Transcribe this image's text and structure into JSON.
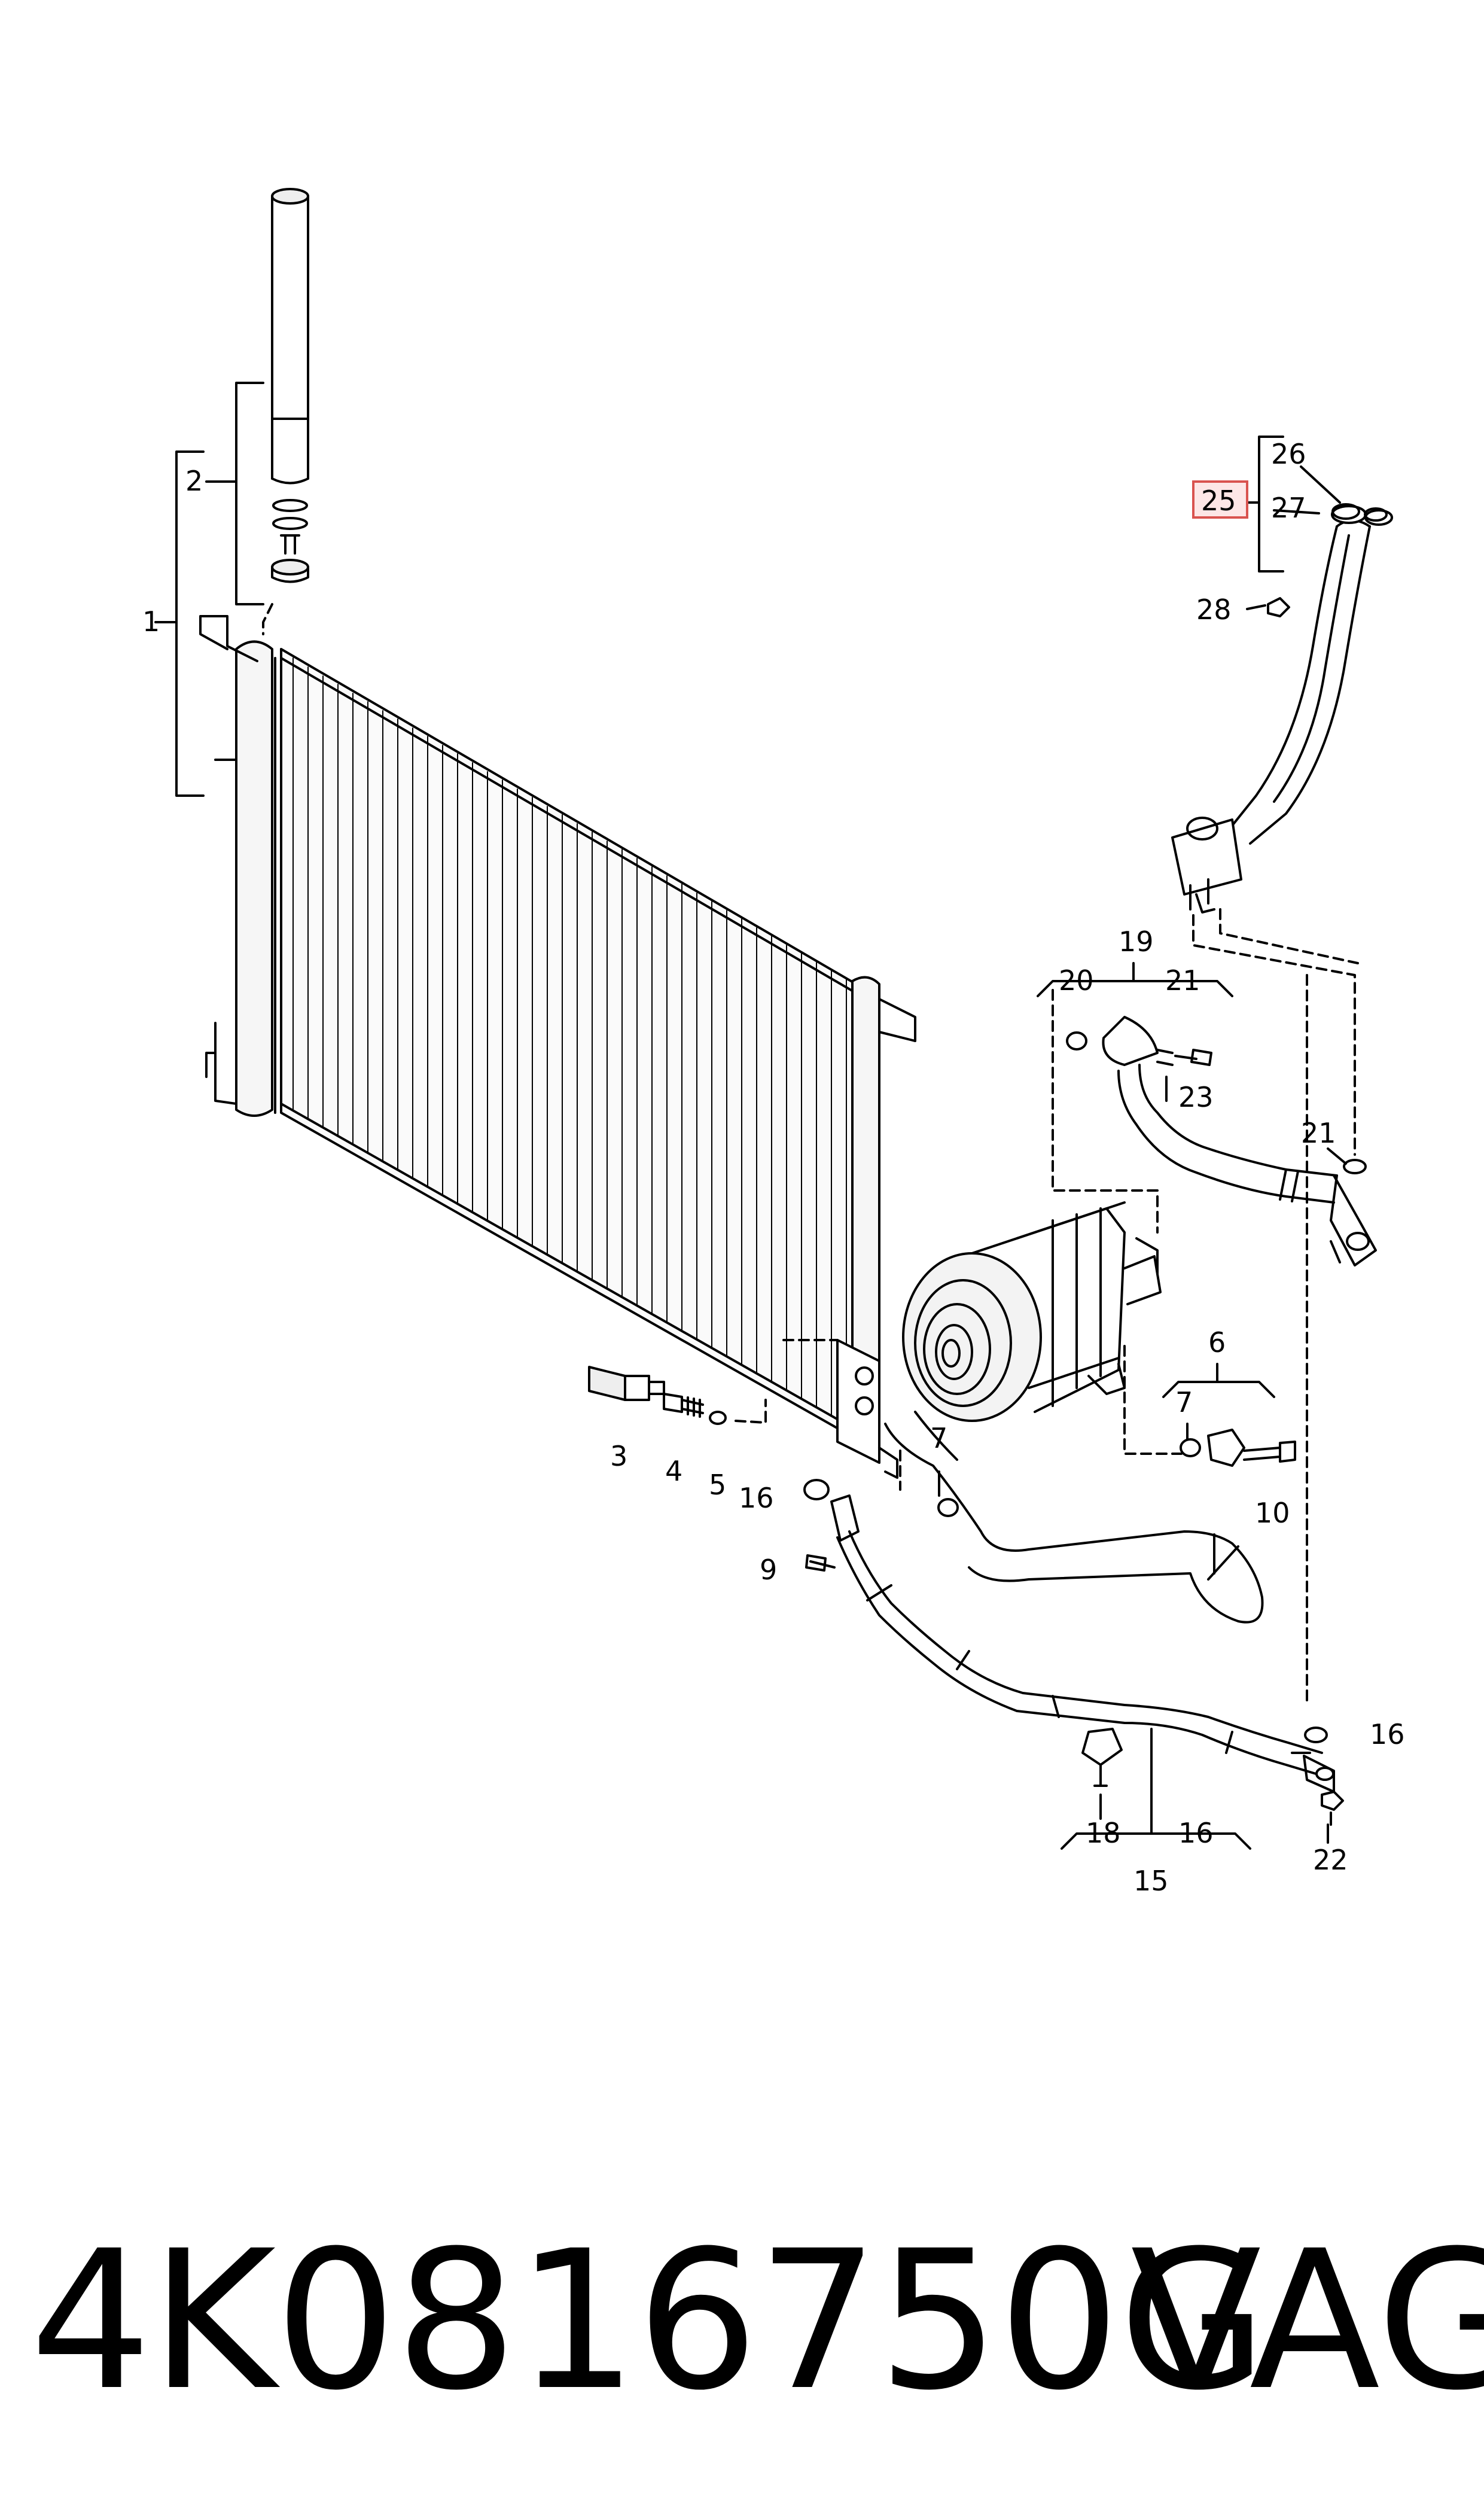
{
  "callouts": {
    "c1": "1",
    "c2": "2",
    "c3": "3",
    "c4": "4",
    "c5": "5",
    "c6": "6",
    "c7a": "7",
    "c7b": "7",
    "c9": "9",
    "c10": "10",
    "c15": "15",
    "c16a": "16",
    "c16b": "16",
    "c16c": "16",
    "c18": "18",
    "c19": "19",
    "c20": "20",
    "c21a": "21",
    "c21b": "21",
    "c22": "22",
    "c23": "23",
    "c25": "25",
    "c26": "26",
    "c27": "27",
    "c28": "28"
  },
  "highlight_color": "#d9534f",
  "part_number": "4K0816750G",
  "brand": "VAG"
}
